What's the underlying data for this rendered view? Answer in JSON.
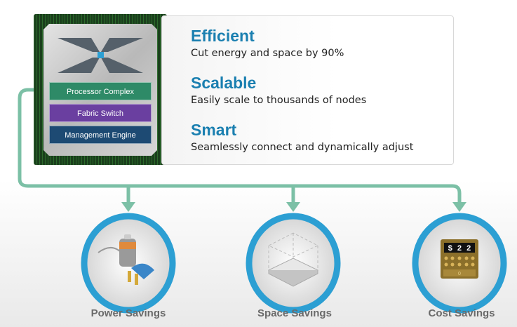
{
  "chip": {
    "blocks": [
      {
        "label": "Processor Complex",
        "color": "#2e8a67"
      },
      {
        "label": "Fabric Switch",
        "color": "#6a3fa0"
      },
      {
        "label": "Management Engine",
        "color": "#1d4a73"
      }
    ]
  },
  "features": [
    {
      "title": "Efficient",
      "desc": "Cut energy and space by 90%"
    },
    {
      "title": "Scalable",
      "desc": "Easily scale to thousands of nodes"
    },
    {
      "title": "Smart",
      "desc": "Seamlessly connect and dynamically adjust"
    }
  ],
  "benefits": [
    {
      "label": "Power Savings",
      "icon": "battery-plug-icon"
    },
    {
      "label": "Space Savings",
      "icon": "cube-icon"
    },
    {
      "label": "Cost Savings",
      "icon": "cash-register-icon",
      "display": "$ 2 2",
      "drawer": "0"
    }
  ],
  "colors": {
    "connector": "#7cc0a6",
    "ring": "#2c9fd3",
    "title": "#1a7fb0"
  }
}
